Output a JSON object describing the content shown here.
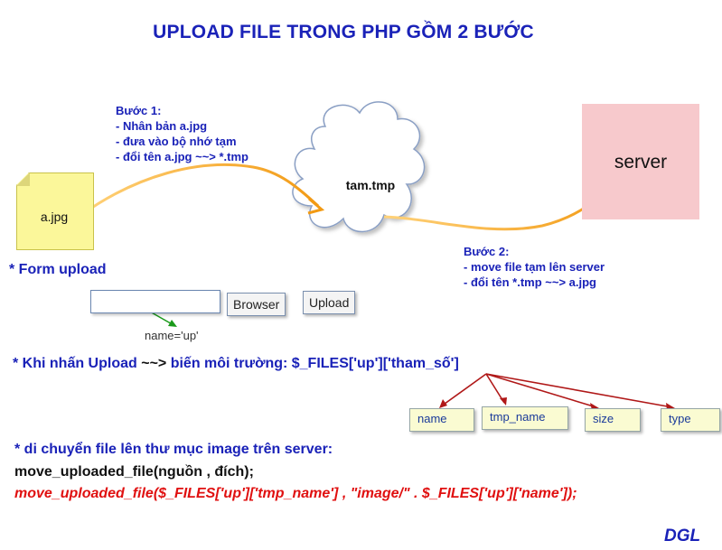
{
  "title": "UPLOAD FILE TRONG PHP GỒM 2 BƯỚC",
  "file": {
    "name": "a.jpg"
  },
  "cloud": {
    "label": "tam.tmp"
  },
  "server": {
    "label": "server"
  },
  "step1": {
    "heading": "Bước 1:",
    "lines": [
      "- Nhân bản a.jpg",
      "- đưa vào bộ nhớ tạm",
      "- đổi tên a.jpg ~~> *.tmp"
    ]
  },
  "step2": {
    "heading": "Bước 2:",
    "lines": [
      "- move file tạm lên server",
      "- đổi tên *.tmp ~~> a.jpg"
    ]
  },
  "form": {
    "heading": "* Form upload",
    "browser_label": "Browser",
    "upload_label": "Upload",
    "name_note": "name='up'"
  },
  "files": {
    "prefix": "* Khi nhấn Upload ",
    "arrow": "~~>",
    "suffix": " biến môi trường: $_FILES['up']['tham_số']"
  },
  "params": [
    "name",
    "tmp_name",
    "size",
    "type"
  ],
  "move": {
    "line1": "* di chuyển file lên thư mục image trên server:",
    "line2": "move_uploaded_file(nguồn , đích);",
    "line3": "move_uploaded_file($_FILES['up']['tmp_name'] , \"image/\" . $_FILES['up']['name']);"
  },
  "signature": "DGL",
  "colors": {
    "title": "#1a22b8",
    "arrow_orange": "#f7a21c",
    "code_red": "#e01010",
    "server_fill": "#f7c9cc",
    "note_fill": "#fbf79a"
  }
}
